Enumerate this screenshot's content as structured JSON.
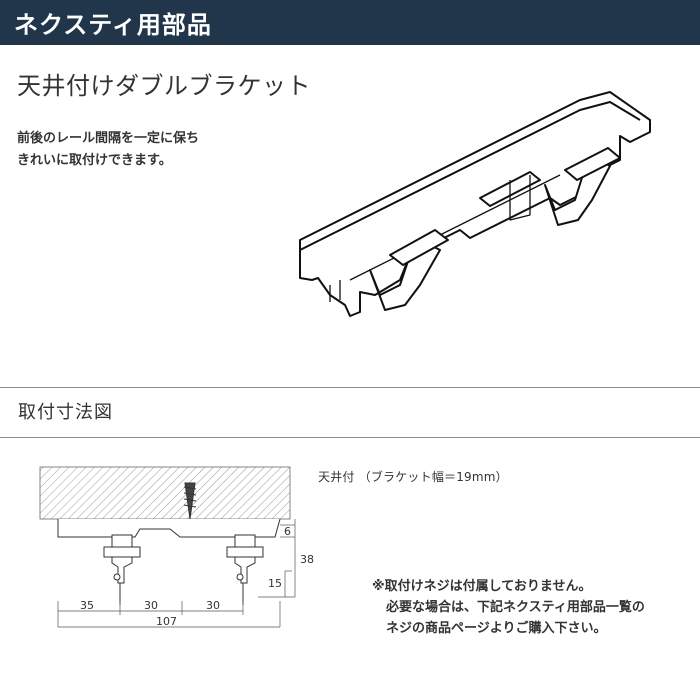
{
  "header": {
    "title": "ネクスティ用部品"
  },
  "product": {
    "title": "天井付けダブルブラケット",
    "description": [
      "前後のレール間隔を一定に保ち",
      "きれいに取付けできます。"
    ]
  },
  "mounting_section": {
    "title": "取付寸法図",
    "spec_label": "天井付 （ブラケット幅＝19mm）",
    "dimensions": {
      "d35": "35",
      "d30a": "30",
      "d30b": "30",
      "d107": "107",
      "d6": "6",
      "d38": "38",
      "d15": "15"
    },
    "notice": [
      "※取付けネジは付属しておりません。",
      "必要な場合は、下記ネクスティ用部品一覧の",
      "ネジの商品ページよりご購入下さい。"
    ]
  },
  "colors": {
    "header_bg": "#21364b",
    "header_text": "#ffffff",
    "line": "#8e8e8e"
  }
}
